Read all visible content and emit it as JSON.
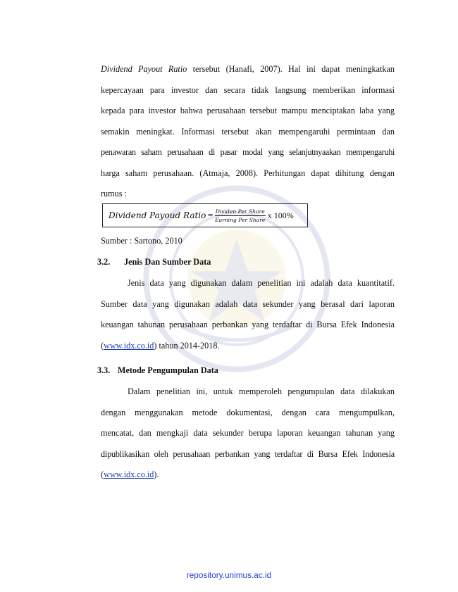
{
  "paragraph1": {
    "lines": [
      {
        "italic": "Dividend Payout Ratio",
        "text": " tersebut (Hanafi, 2007). Hal ini dapat meningkatkan"
      },
      {
        "text": "kepercayaan para investor dan secara tidak langsung memberikan informasi"
      },
      {
        "text": "kepada para investor bahwa perusahaan tersebut mampu menciptakan laba yang"
      },
      {
        "text": "semakin meningkat. Informasi tersebut akan mempengaruhi permintaan dan"
      },
      {
        "text": "penawaran saham perusahaan di pasar modal yang selanjutnyaakan mempengaruhi"
      },
      {
        "text": "harga saham perusahaan. (Atmaja, 2008). Perhitungan dapat dihitung dengan"
      },
      {
        "text": "rumus :"
      }
    ]
  },
  "formula": {
    "lhs": "Dividend Payoud Ratio",
    "equals": "=",
    "numerator": "Dividen Per Share",
    "denominator": "Earning Per Share",
    "multiplier": "x 100%"
  },
  "source_note": "Sumber : Sartono, 2010",
  "section_32": {
    "number": "3.2.",
    "title": "Jenis Dan Sumber Data",
    "lines": [
      "Jenis data yang digunakan dalam penelitian ini adalah data kuantitatif.",
      "Sumber data yang digunakan adalah data sekunder yang berasal dari laporan",
      "keuangan tahunan perusahaan perbankan yang terdaftar di Bursa Efek Indonesia"
    ],
    "last_open": "(",
    "link": "www.idx.co.id",
    "last_close": ") tahun 2014-2018."
  },
  "section_33": {
    "number": "3.3.",
    "title": "Metode Pengumpulan Data",
    "lines": [
      "Dalam penelitian ini, untuk memperoleh pengumpulan data dilakukan",
      "dengan menggunakan metode dokumentasi, dengan cara mengumpulkan,",
      "mencatat, dan mengkaji data sekunder berupa laporan keuangan tahunan yang",
      "dipublikasikan oleh perusahaan perbankan yang terdaftar di Bursa Efek Indonesia"
    ],
    "last_open": "(",
    "link": "www.idx.co.id",
    "last_close": ")."
  },
  "footer": "repository.unimus.ac.id",
  "colors": {
    "link": "#1a3fb5",
    "footer": "#2b3bd6",
    "watermark": "#3a4fa0"
  }
}
